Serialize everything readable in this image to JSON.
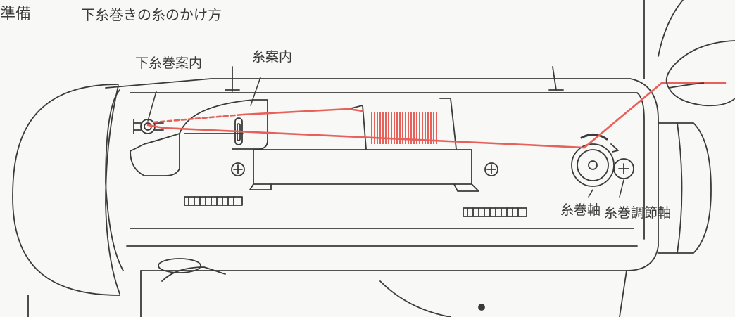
{
  "header": {
    "section_fragment": "準備",
    "title": "下糸巻きの糸のかけ方"
  },
  "labels": {
    "bobbin_winding_guide": "下糸巻案内",
    "thread_guide": "糸案内",
    "winder_shaft": "糸巻軸",
    "winder_adjust_shaft": "糸巻調節軸"
  },
  "colors": {
    "thread": "#e8605a",
    "line": "#3a3a3a",
    "paper": "#f8f8f6"
  }
}
